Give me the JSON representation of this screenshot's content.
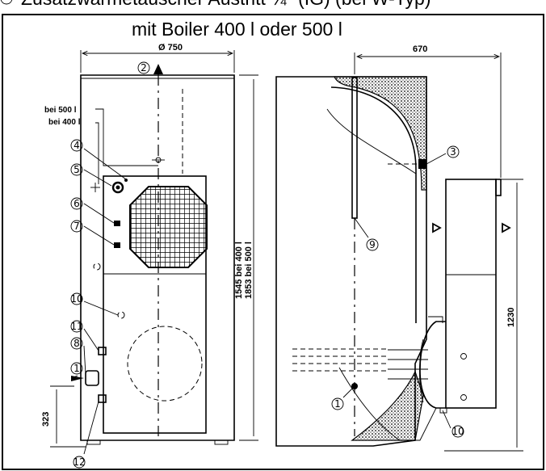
{
  "header": {
    "cut_text": "Zusatzwärmetauscher Austritt ¾\" (IG) (bei W-Typ)",
    "title": "mit Boiler 400 l oder 500 l"
  },
  "dimensions": {
    "diameter": "Ø 750",
    "depth": "670",
    "height_400": "1545 bei 400 l",
    "height_500": "1853 bei 500 l",
    "height_front": "1230",
    "height_connection": "323"
  },
  "labels": {
    "bei_500": "bei 500 l",
    "bei_400": "bei 400 l"
  },
  "markers": {
    "m1": "1",
    "m2": "2",
    "m3": "3",
    "m4": "4",
    "m5": "5",
    "m6": "6",
    "m7": "7",
    "m8": "8",
    "m9": "9",
    "m10": "10",
    "m11": "11",
    "m12": "12"
  },
  "colors": {
    "ink": "#000000",
    "paper": "#ffffff"
  }
}
